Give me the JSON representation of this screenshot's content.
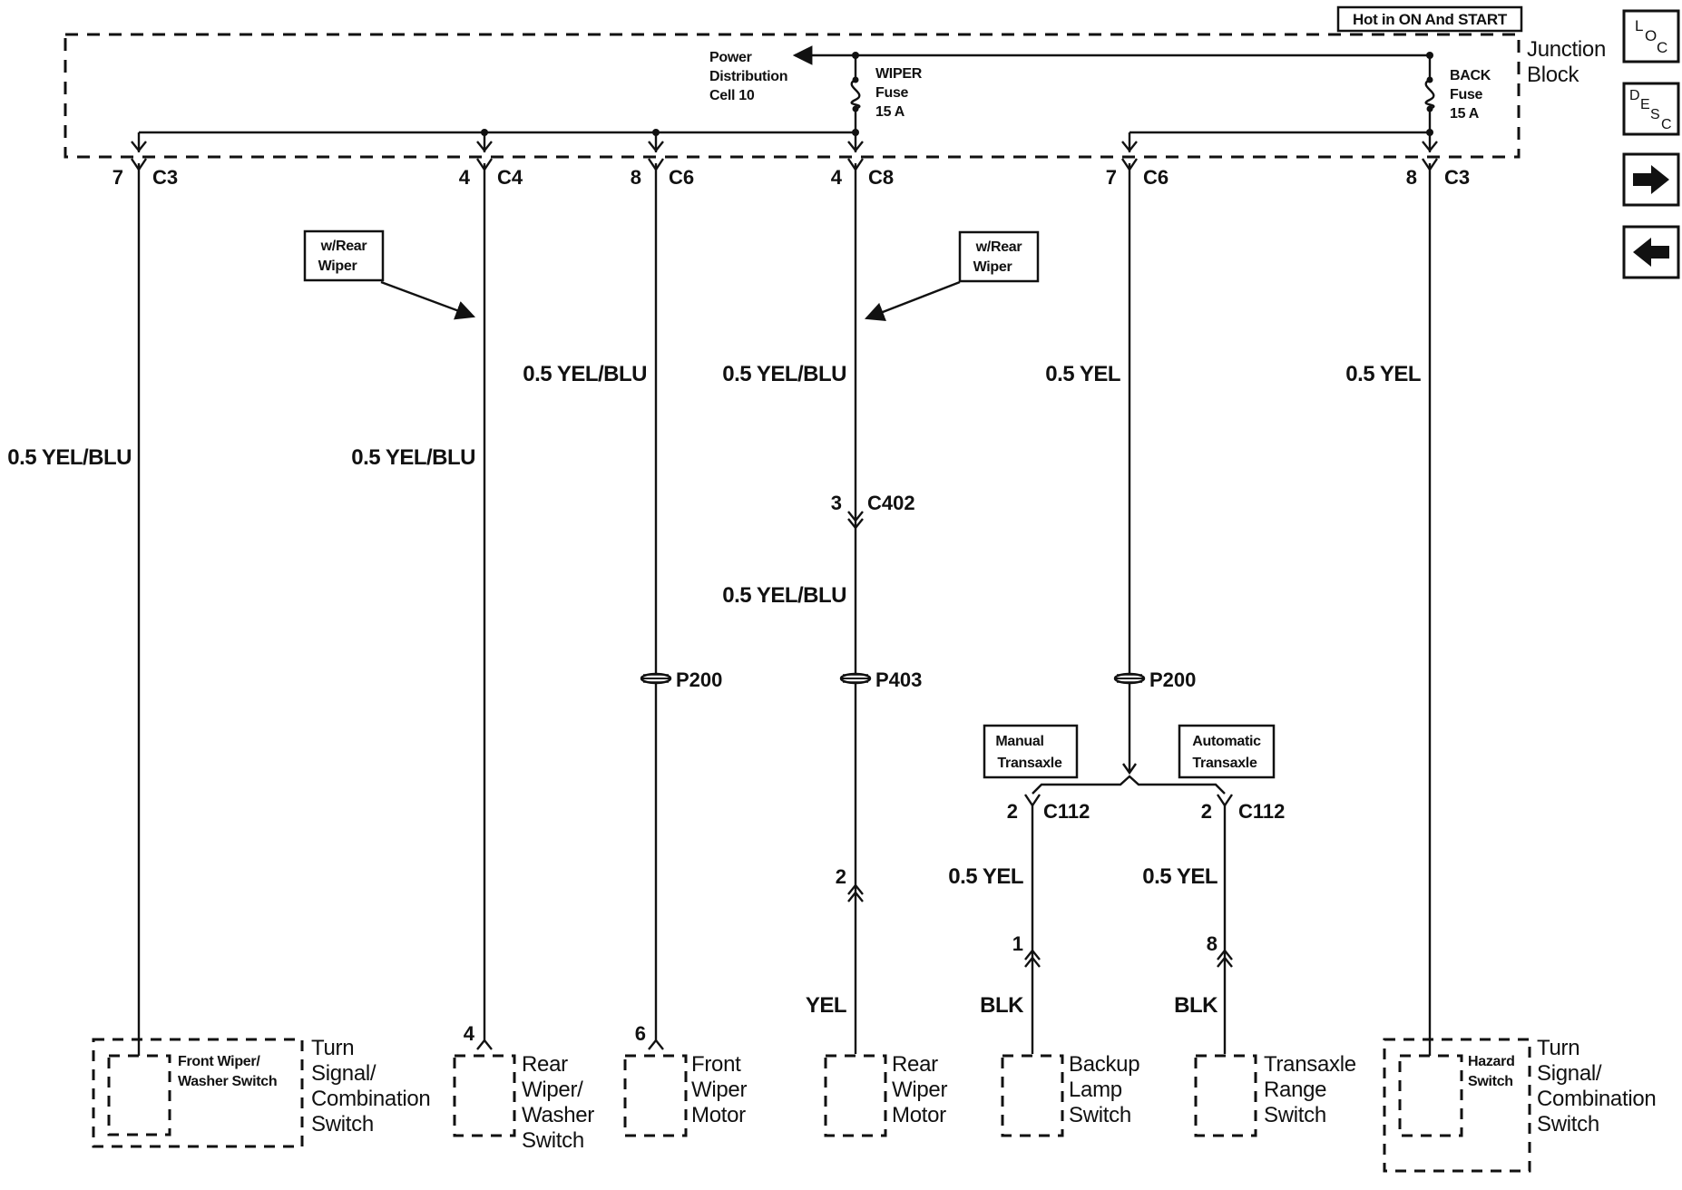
{
  "header": {
    "hot_label": "Hot in ON And START",
    "junction_block": [
      "Junction",
      "Block"
    ]
  },
  "nav": {
    "loc": "LOC",
    "desc": "DESC"
  },
  "fuses": {
    "power_distribution": [
      "Power",
      "Distribution",
      "Cell 10"
    ],
    "wiper": [
      "WIPER",
      "Fuse",
      "15 A"
    ],
    "back": [
      "BACK",
      "Fuse",
      "15 A"
    ]
  },
  "junction_connectors": [
    {
      "pin": "7",
      "conn": "C3"
    },
    {
      "pin": "4",
      "conn": "C4"
    },
    {
      "pin": "8",
      "conn": "C6"
    },
    {
      "pin": "4",
      "conn": "C8"
    },
    {
      "pin": "7",
      "conn": "C6"
    },
    {
      "pin": "8",
      "conn": "C3"
    }
  ],
  "options": {
    "w_rear_wiper": [
      "w/Rear",
      "Wiper"
    ],
    "manual_transaxle": [
      "Manual",
      "Transaxle"
    ],
    "automatic_transaxle": [
      "Automatic",
      "Transaxle"
    ]
  },
  "wires": {
    "w1": "0.5 YEL/BLU",
    "w2": "0.5 YEL/BLU",
    "w3": "0.5 YEL/BLU",
    "w4a": "0.5 YEL/BLU",
    "w4b": "0.5 YEL/BLU",
    "w5": "0.5 YEL",
    "w6": "0.5 YEL",
    "w7": "0.5 YEL",
    "w8": "0.5 YEL",
    "yel": "YEL",
    "blk1": "BLK",
    "blk2": "BLK"
  },
  "connectors": {
    "c402_pin": "3",
    "c402": "C402",
    "p200a": "P200",
    "p403": "P403",
    "p200b": "P200",
    "c112a_pin": "2",
    "c112a": "C112",
    "c112b_pin": "2",
    "c112b": "C112",
    "motor_in_pin": "2",
    "backup_in_pin": "1",
    "range_in_pin": "8",
    "rear_switch_pin": "4",
    "front_motor_pin": "6"
  },
  "components": {
    "left_switch_inner": [
      "Front Wiper/",
      "Washer Switch"
    ],
    "left_switch": [
      "Turn",
      "Signal/",
      "Combination",
      "Switch"
    ],
    "rear_wiper_washer": [
      "Rear",
      "Wiper/",
      "Washer",
      "Switch"
    ],
    "front_wiper_motor": [
      "Front",
      "Wiper",
      "Motor"
    ],
    "rear_wiper_motor": [
      "Rear",
      "Wiper",
      "Motor"
    ],
    "backup_lamp": [
      "Backup",
      "Lamp",
      "Switch"
    ],
    "transaxle_range": [
      "Transaxle",
      "Range",
      "Switch"
    ],
    "right_switch_inner": [
      "Hazard",
      "Switch"
    ],
    "right_switch": [
      "Turn",
      "Signal/",
      "Combination",
      "Switch"
    ]
  }
}
